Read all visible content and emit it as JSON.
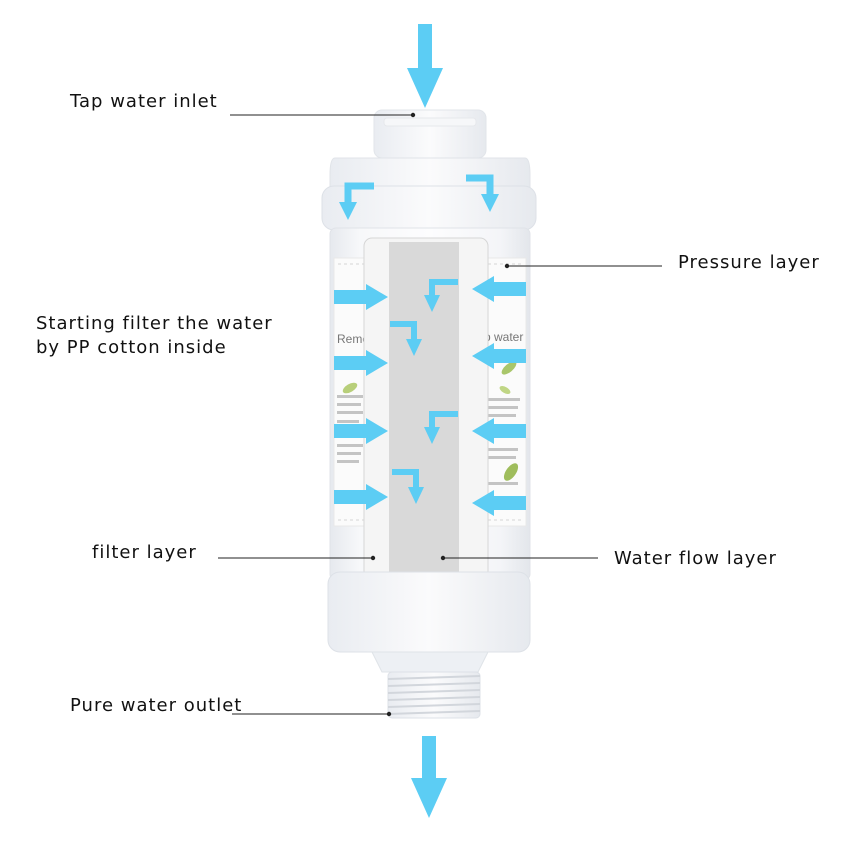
{
  "labels": {
    "tap_water_inlet": "Tap water inlet",
    "pressure_layer": "Pressure layer",
    "starting_filter_line1": "Starting filter the water",
    "starting_filter_line2": "by PP cotton inside",
    "filter_layer": "filter layer",
    "water_flow_layer": "Water flow layer",
    "pure_water_outlet": "Pure water outlet"
  },
  "sticker_text": {
    "left_fragment": "Remov",
    "right_fragment": "p water"
  },
  "colors": {
    "arrow": "#5ccdf4",
    "housing": "#f1f3f6",
    "core": "#d9d9d9",
    "leader_line": "#222222"
  }
}
